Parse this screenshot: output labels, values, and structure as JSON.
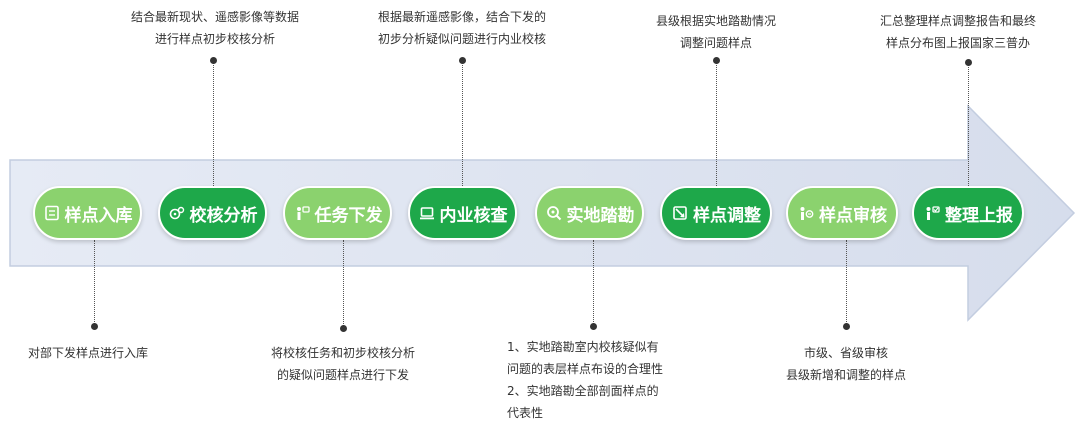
{
  "steps": [
    {
      "label": "样点入库",
      "icon": "database-icon",
      "style": "light"
    },
    {
      "label": "校核分析",
      "icon": "analysis-icon",
      "style": "dark"
    },
    {
      "label": "任务下发",
      "icon": "task-icon",
      "style": "light"
    },
    {
      "label": "内业核查",
      "icon": "computer-icon",
      "style": "dark"
    },
    {
      "label": "实地踏勘",
      "icon": "search-icon",
      "style": "light"
    },
    {
      "label": "样点调整",
      "icon": "adjust-icon",
      "style": "dark"
    },
    {
      "label": "样点审核",
      "icon": "review-icon",
      "style": "light"
    },
    {
      "label": "整理上报",
      "icon": "report-icon",
      "style": "dark"
    }
  ],
  "top_notes": [
    {
      "lines": [
        "结合最新现状、遥感影像等数据",
        "进行样点初步校核分析"
      ]
    },
    {
      "lines": [
        "根据最新遥感影像，结合下发的",
        "初步分析疑似问题进行内业校核"
      ]
    },
    {
      "lines": [
        "县级根据实地踏勘情况",
        "调整问题样点"
      ]
    },
    {
      "lines": [
        "汇总整理样点调整报告和最终",
        "样点分布图上报国家三普办"
      ]
    }
  ],
  "bottom_notes": [
    {
      "lines": [
        "对部下发样点进行入库"
      ]
    },
    {
      "lines": [
        "将校核任务和初步校核分析",
        "的疑似问题样点进行下发"
      ]
    },
    {
      "lines": [
        "1、实地踏勘室内校核疑似有",
        "问题的表层样点布设的合理性",
        "2、实地踏勘全部剖面样点的",
        "代表性"
      ]
    },
    {
      "lines": [
        "市级、省级审核",
        "县级新增和调整的样点"
      ]
    }
  ],
  "colors": {
    "arrow_fill": "#dde4f1",
    "arrow_stroke": "#c3cde0",
    "light_green": "#8bd26e",
    "dark_green": "#1ea84a"
  }
}
